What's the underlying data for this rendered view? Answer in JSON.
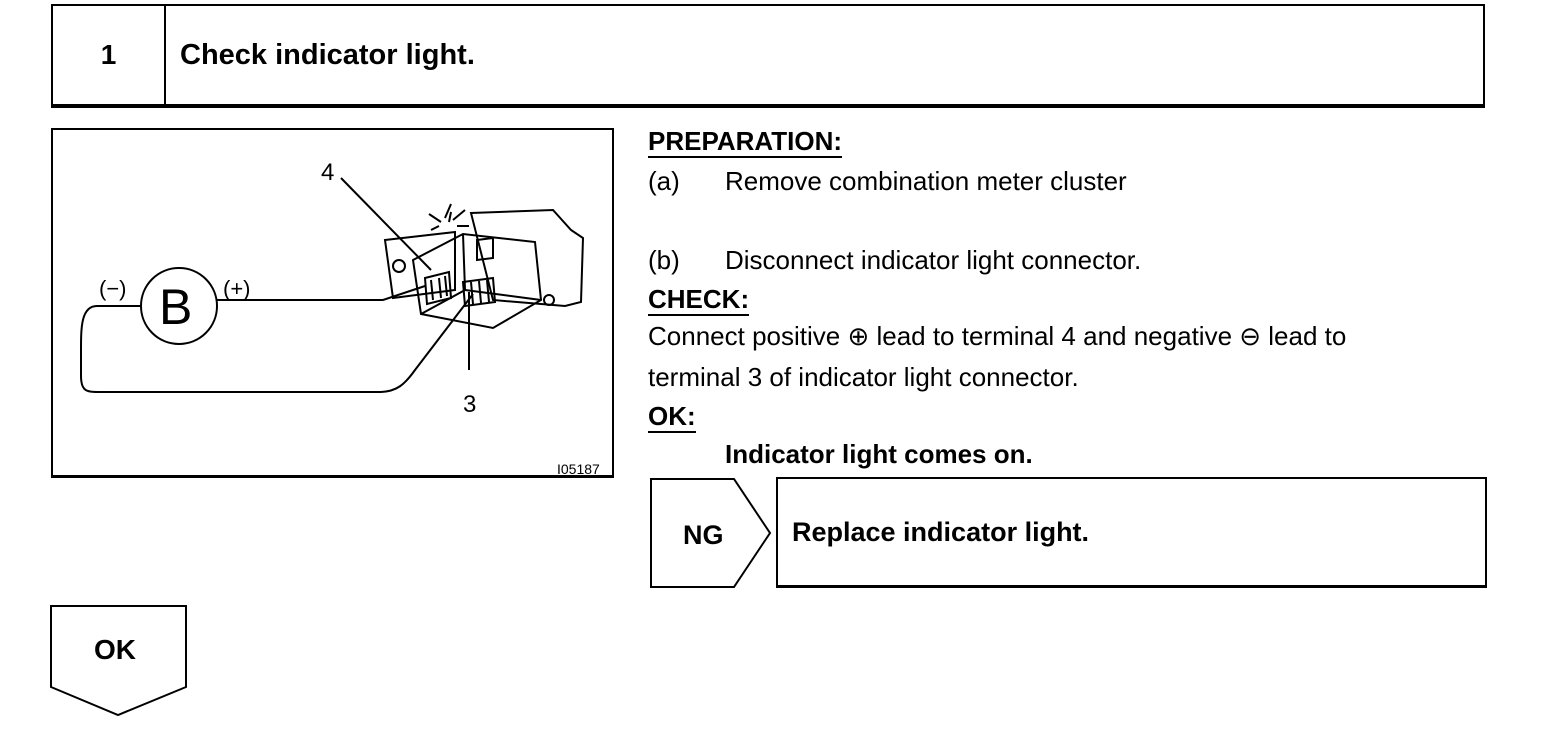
{
  "step": {
    "number": "1",
    "title": "Check indicator light."
  },
  "figure": {
    "label_4": "4",
    "label_3": "3",
    "label_minus": "(−)",
    "label_plus": "(+)",
    "battery": "B",
    "code": "I05187"
  },
  "preparation": {
    "heading": "PREPARATION:",
    "a_marker": "(a)",
    "a_text": "Remove combination meter cluster",
    "b_marker": "(b)",
    "b_text": "Disconnect indicator light connector."
  },
  "check": {
    "heading": "CHECK:",
    "line1": "Connect positive ⊕ lead to terminal 4 and negative ⊖ lead to",
    "line2": "terminal 3 of indicator light connector."
  },
  "ok_result": {
    "heading": "OK:",
    "text": "Indicator light comes on."
  },
  "ng": {
    "label": "NG",
    "action": "Replace indicator light."
  },
  "ok": {
    "label": "OK"
  }
}
